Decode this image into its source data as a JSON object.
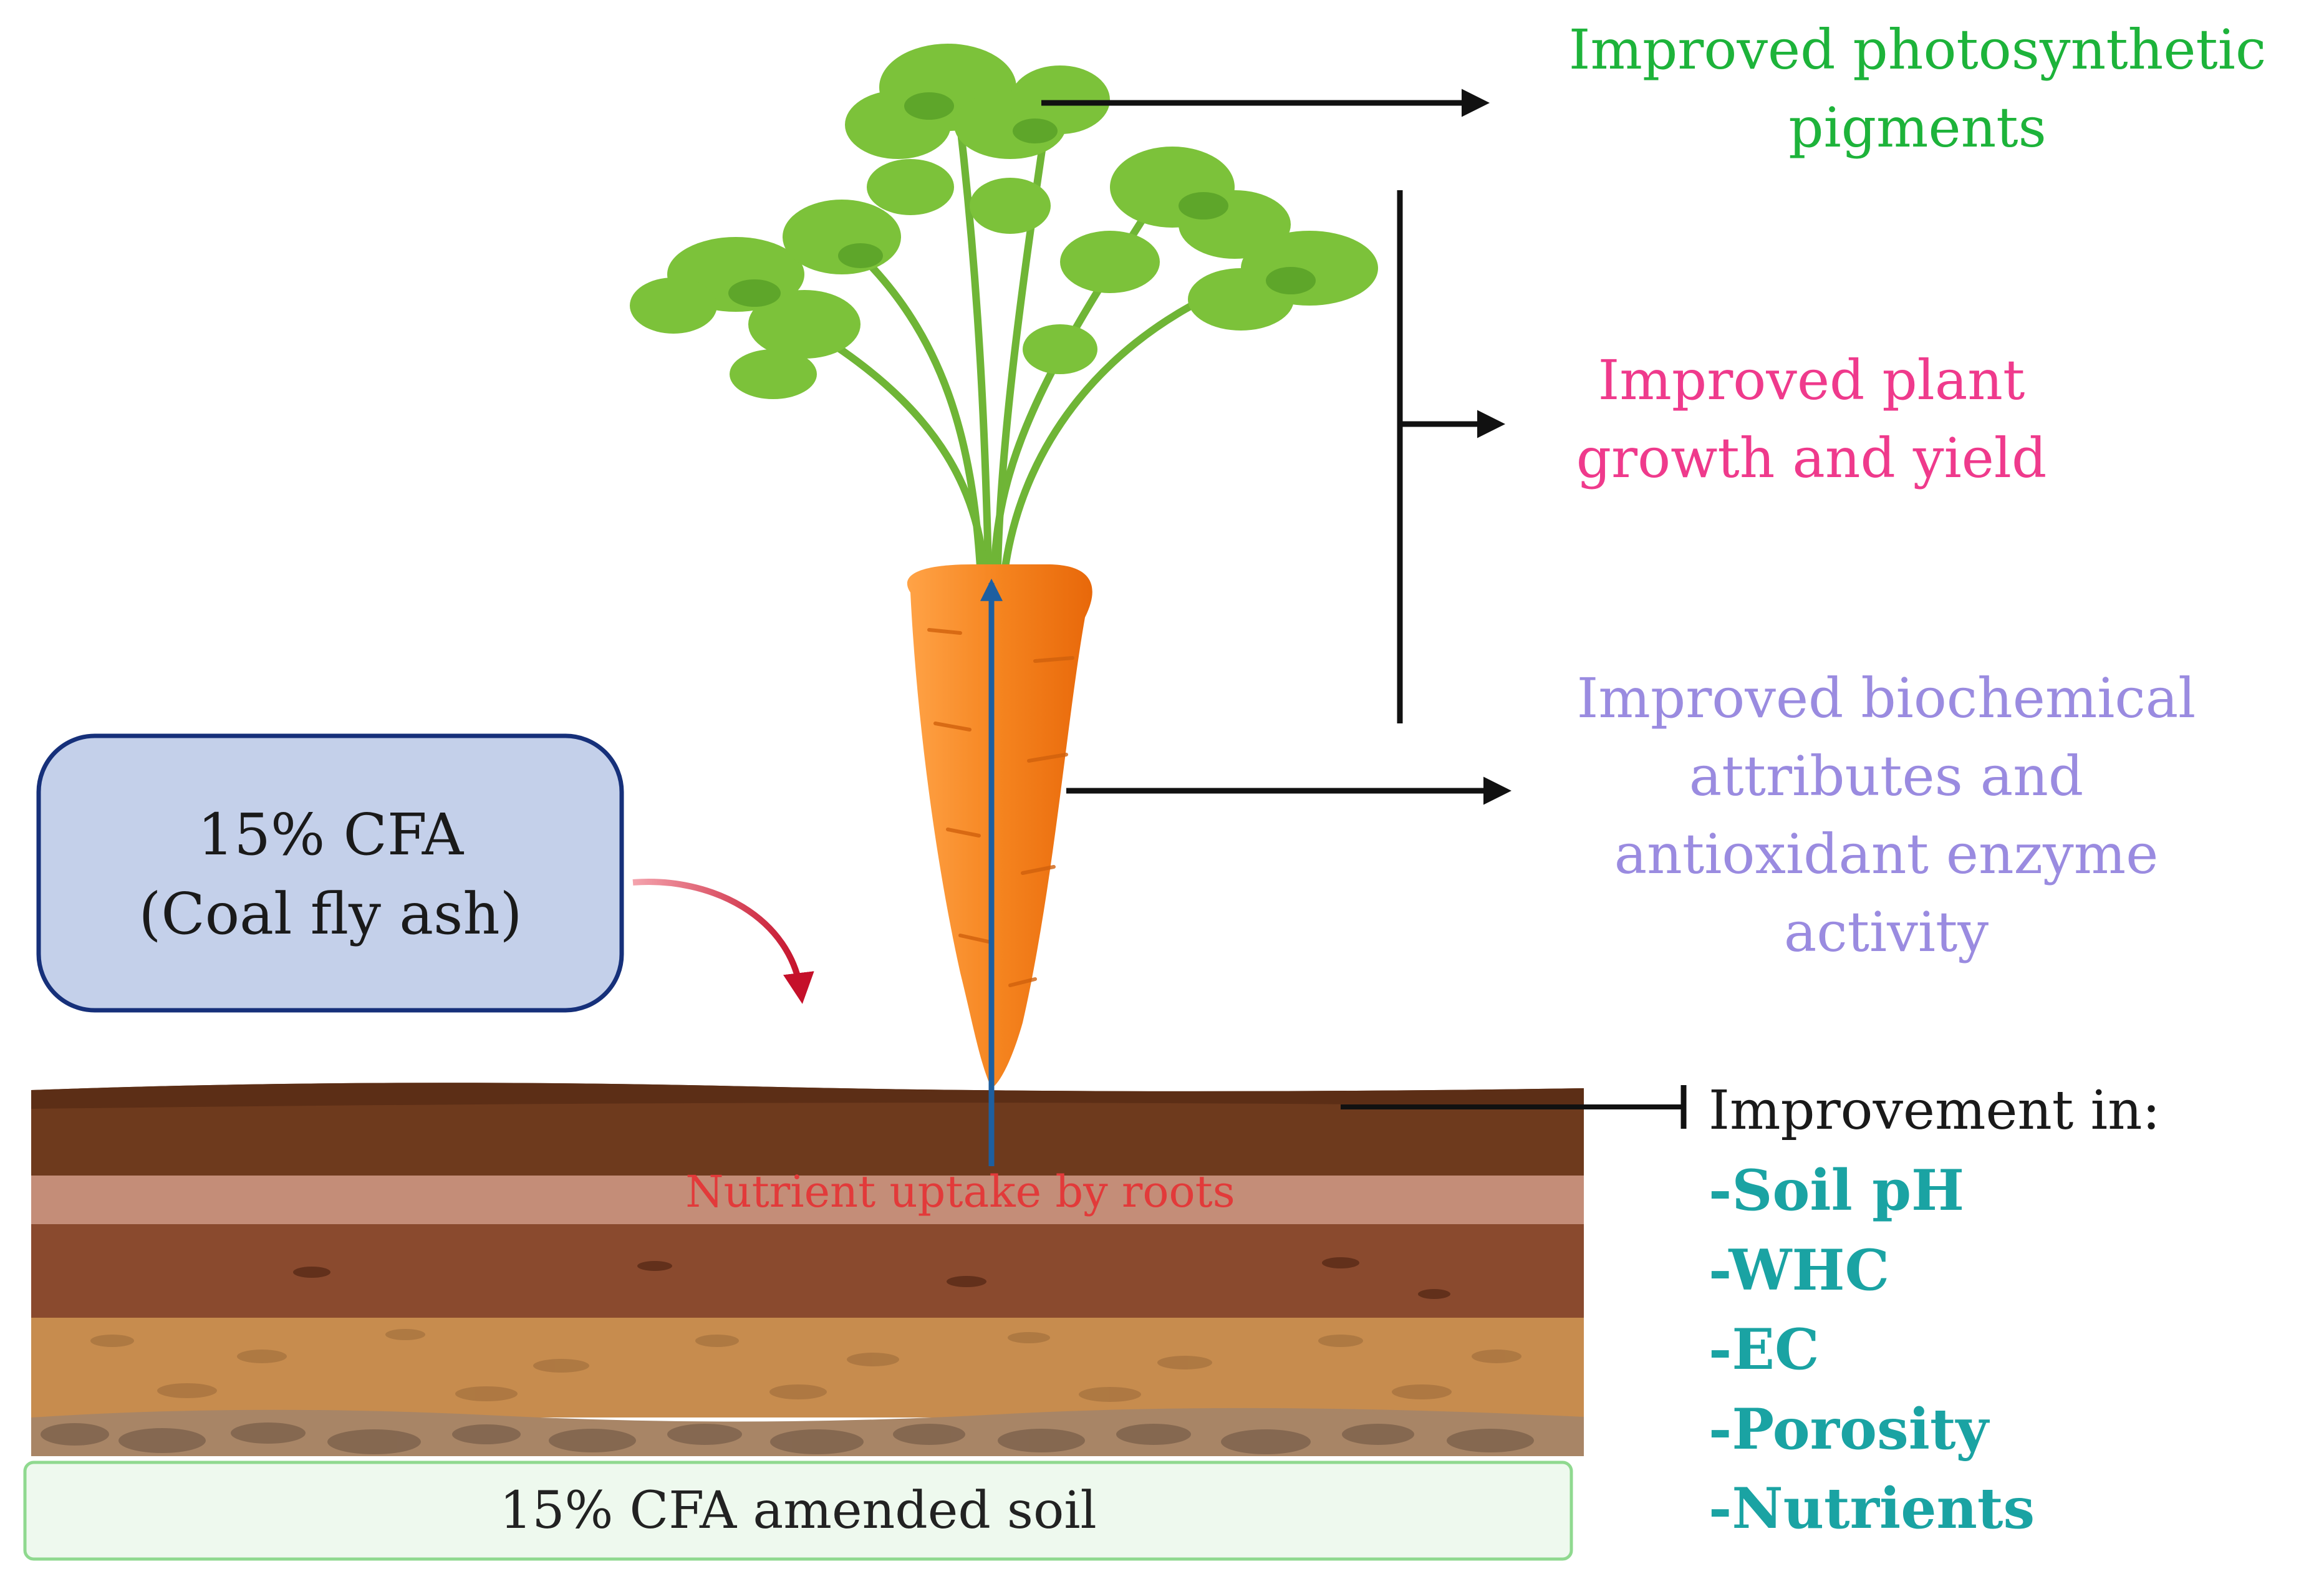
{
  "cfa_box": {
    "line1": "15% CFA",
    "line2": "(Coal fly ash)"
  },
  "effects": {
    "photosynthetic": {
      "lines": [
        "Improved photosynthetic",
        "pigments"
      ]
    },
    "growth": {
      "lines": [
        "Improved plant",
        "growth and yield"
      ]
    },
    "biochemical": {
      "lines": [
        "Improved biochemical",
        "attributes and",
        "antioxidant enzyme",
        "activity"
      ]
    }
  },
  "soil": {
    "uptake_label": "Nutrient uptake by roots",
    "footer_label": "15% CFA amended soil",
    "improvement_heading": "Improvement in:",
    "improvement_items": [
      "-Soil pH",
      "-WHC",
      "-EC",
      "-Porosity",
      "-Nutrients"
    ]
  },
  "colors": {
    "photosynthetic": "#1db33a",
    "growth": "#ef3a8c",
    "biochemical": "#9a8be0",
    "uptake": "#e23a3a",
    "improvement_items": "#1aa3a3",
    "cfa_box_fill": "#c4d0ea",
    "cfa_box_stroke": "#16307a",
    "carrot": "#f5841f",
    "leaves": "#7cc23a",
    "uptake_arrow": "#1d5fa0",
    "cfa_arrow": "#c5102a"
  },
  "icons": {
    "plant": "carrot-icon",
    "soil": "soil-layers-icon"
  }
}
